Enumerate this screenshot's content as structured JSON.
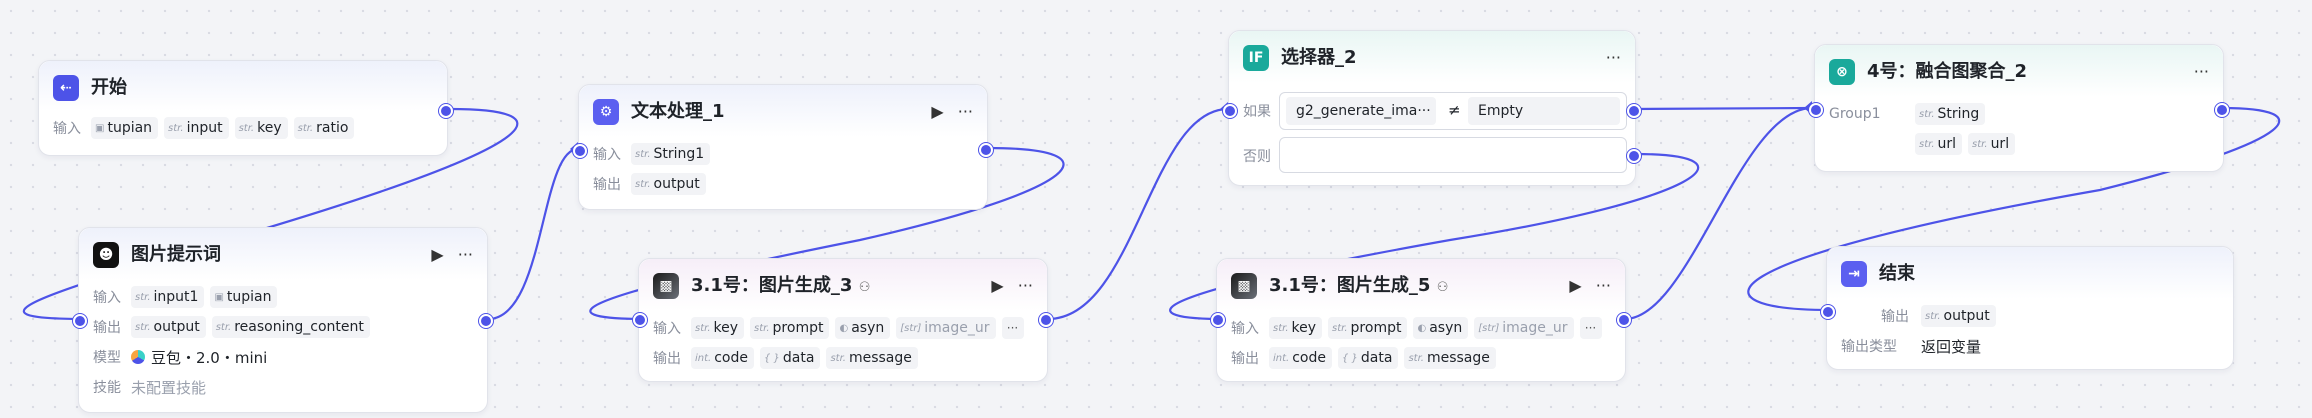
{
  "nodes": {
    "start": {
      "title": "开始",
      "input_label": "输入",
      "inputs": [
        {
          "type": "image",
          "name": "tupian"
        },
        {
          "type": "str",
          "name": "input"
        },
        {
          "type": "str",
          "name": "key"
        },
        {
          "type": "str",
          "name": "ratio"
        }
      ]
    },
    "image_prompt": {
      "title": "图片提示词",
      "input_label": "输入",
      "output_label": "输出",
      "model_label": "模型",
      "skill_label": "技能",
      "inputs": [
        {
          "type": "str",
          "name": "input1"
        },
        {
          "type": "image",
          "name": "tupian"
        }
      ],
      "outputs": [
        {
          "type": "str",
          "name": "output"
        },
        {
          "type": "str",
          "name": "reasoning_content"
        }
      ],
      "model": "豆包・2.0・mini",
      "skill": "未配置技能"
    },
    "text_proc": {
      "title": "文本处理_1",
      "input_label": "输入",
      "output_label": "输出",
      "inputs": [
        {
          "type": "str",
          "name": "String1"
        }
      ],
      "outputs": [
        {
          "type": "str",
          "name": "output"
        }
      ]
    },
    "img_gen_3": {
      "title": "3.1号：图片生成_3",
      "input_label": "输入",
      "output_label": "输出",
      "inputs": [
        {
          "type": "str",
          "name": "key"
        },
        {
          "type": "str",
          "name": "prompt"
        },
        {
          "type": "bool",
          "name": "asyn"
        },
        {
          "type": "img",
          "name": "image_ur"
        }
      ],
      "outputs": [
        {
          "type": "int",
          "name": "code"
        },
        {
          "type": "{}",
          "name": "data"
        },
        {
          "type": "str",
          "name": "message"
        }
      ]
    },
    "selector": {
      "title": "选择器_2",
      "icon_text": "IF",
      "if_label": "如果",
      "else_label": "否则",
      "left_value": "g2_generate_ima···",
      "operator": "≠",
      "right_value": "Empty"
    },
    "img_gen_5": {
      "title": "3.1号：图片生成_5",
      "input_label": "输入",
      "output_label": "输出",
      "inputs": [
        {
          "type": "str",
          "name": "key"
        },
        {
          "type": "str",
          "name": "prompt"
        },
        {
          "type": "bool",
          "name": "asyn"
        },
        {
          "type": "img",
          "name": "image_ur"
        }
      ],
      "outputs": [
        {
          "type": "int",
          "name": "code"
        },
        {
          "type": "{}",
          "name": "data"
        },
        {
          "type": "str",
          "name": "message"
        }
      ]
    },
    "merge": {
      "title": "4号：融合图聚合_2",
      "group_label": "Group1",
      "items": [
        {
          "type": "str",
          "name": "String"
        },
        {
          "type": "str",
          "name": "url"
        },
        {
          "type": "str",
          "name": "url"
        }
      ]
    },
    "end": {
      "title": "结束",
      "output_label": "输出",
      "output_type_label": "输出类型",
      "outputs": [
        {
          "type": "str",
          "name": "output"
        }
      ],
      "output_type": "返回变量"
    }
  },
  "accent_color": "#4d53e8"
}
